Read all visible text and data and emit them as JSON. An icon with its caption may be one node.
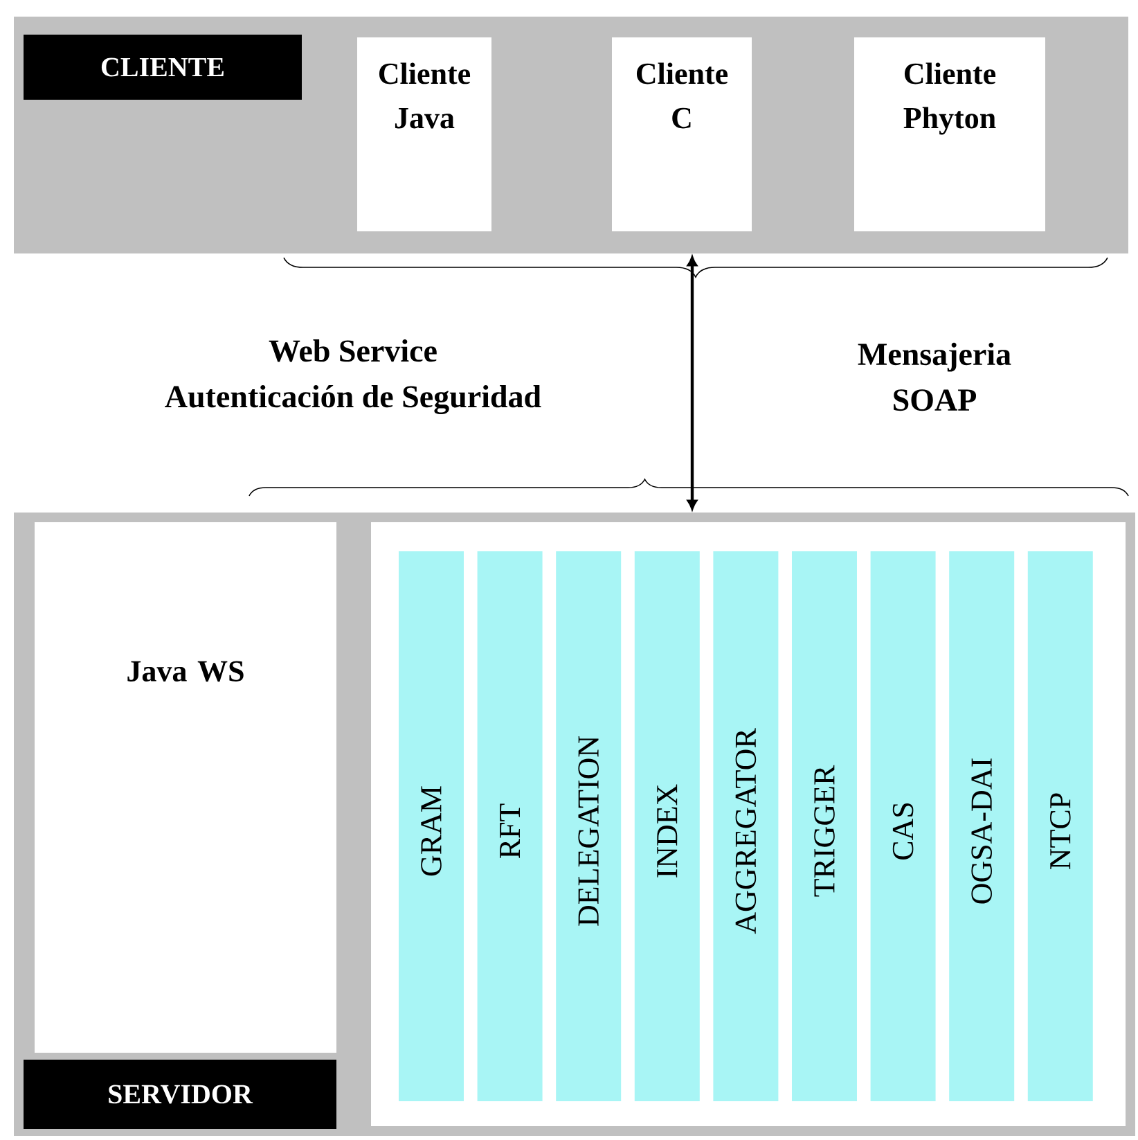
{
  "diagram": {
    "nodes": [
      {
        "text": [
          "CLIENTE"
        ]
      },
      {
        "text": [
          "Cliente Java"
        ],
        "in": 0
      },
      {
        "text": [
          "Cliente C"
        ],
        "in": 0
      },
      {
        "text": [
          "Cliente Phyton"
        ],
        "in": 0
      },
      {
        "text": [
          "SERVIDOR"
        ]
      },
      {
        "text": [
          "Java WS"
        ],
        "in": 4
      },
      {
        "text": [],
        "shape": "box",
        "in": 4
      },
      {
        "text": [
          "GRAM"
        ],
        "in": 6
      },
      {
        "text": [
          "RFT"
        ],
        "in": 6
      },
      {
        "text": [
          "DELEGATION"
        ],
        "in": 6
      },
      {
        "text": [
          "INDEX"
        ],
        "in": 6
      },
      {
        "text": [
          "AGGREGATOR"
        ],
        "in": 6
      },
      {
        "text": [
          "TRIGGER"
        ],
        "in": 6
      },
      {
        "text": [
          "CAS"
        ],
        "in": 6
      },
      {
        "text": [
          "OGSA-DAI"
        ],
        "in": 6
      },
      {
        "text": [
          "NTCP"
        ],
        "in": 6
      }
    ],
    "edges": [
      {
        "from": 0,
        "to": 4,
        "arrow": "both"
      }
    ],
    "labels": [
      "Web Service Autenticación de Seguridad",
      "Mensajeria SOAP"
    ]
  }
}
